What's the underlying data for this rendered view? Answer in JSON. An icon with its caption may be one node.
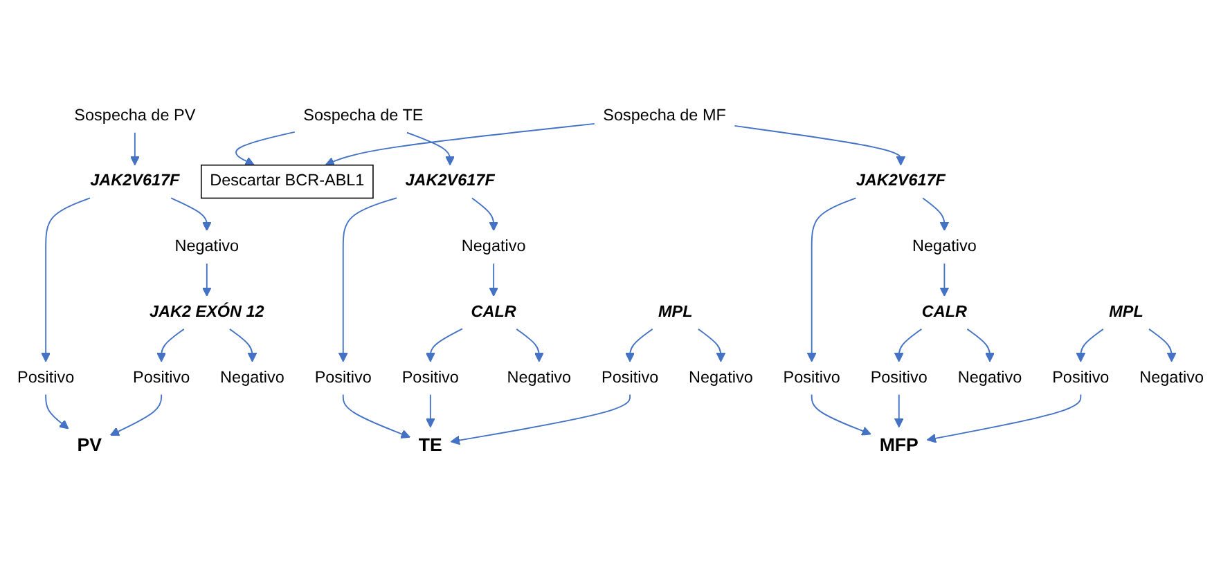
{
  "diagram": {
    "nodes": [
      {
        "text": [
          "Sospecha de PV"
        ]
      },
      {
        "text": [
          "JAK2V617F"
        ]
      },
      {
        "text": [
          "Positivo"
        ]
      },
      {
        "text": [
          "Negativo"
        ]
      },
      {
        "text": [
          "JAK2 EXÓN 12"
        ]
      },
      {
        "text": [
          "Positivo"
        ]
      },
      {
        "text": [
          "Negativo"
        ]
      },
      {
        "text": [
          "PV"
        ]
      },
      {
        "text": [
          "Sospecha de TE"
        ]
      },
      {
        "text": [
          "Descartar BCR-ABL1"
        ]
      },
      {
        "text": [
          "JAK2V617F"
        ]
      },
      {
        "text": [
          "Positivo"
        ]
      },
      {
        "text": [
          "Negativo"
        ]
      },
      {
        "text": [
          "CALR"
        ]
      },
      {
        "text": [
          "Positivo"
        ]
      },
      {
        "text": [
          "Negativo"
        ]
      },
      {
        "text": [
          "MPL"
        ]
      },
      {
        "text": [
          "Positivo"
        ]
      },
      {
        "text": [
          "Negativo"
        ]
      },
      {
        "text": [
          "TE"
        ]
      },
      {
        "text": [
          "Sospecha de MF"
        ]
      },
      {
        "text": [
          "JAK2V617F"
        ]
      },
      {
        "text": [
          "Positivo"
        ]
      },
      {
        "text": [
          "Negativo"
        ]
      },
      {
        "text": [
          "CALR"
        ]
      },
      {
        "text": [
          "Positivo"
        ]
      },
      {
        "text": [
          "Negativo"
        ]
      },
      {
        "text": [
          "MPL"
        ]
      },
      {
        "text": [
          "Positivo"
        ]
      },
      {
        "text": [
          "Negativo"
        ]
      },
      {
        "text": [
          "MFP"
        ]
      }
    ],
    "edges": [
      {
        "from": 0,
        "to": 1,
        "arrow": "to"
      },
      {
        "from": 1,
        "to": 2,
        "arrow": "to"
      },
      {
        "from": 1,
        "to": 3,
        "arrow": "to"
      },
      {
        "from": 2,
        "to": 7,
        "arrow": "to"
      },
      {
        "from": 3,
        "to": 4,
        "arrow": "to"
      },
      {
        "from": 4,
        "to": 5,
        "arrow": "to"
      },
      {
        "from": 4,
        "to": 6,
        "arrow": "to"
      },
      {
        "from": 5,
        "to": 7,
        "arrow": "to"
      },
      {
        "from": 8,
        "to": 10,
        "arrow": "to"
      },
      {
        "from": 8,
        "to": 9,
        "arrow": "to"
      },
      {
        "from": 10,
        "to": 11,
        "arrow": "to"
      },
      {
        "from": 10,
        "to": 12,
        "arrow": "to"
      },
      {
        "from": 11,
        "to": 19,
        "arrow": "to"
      },
      {
        "from": 12,
        "to": 13,
        "arrow": "to"
      },
      {
        "from": 13,
        "to": 14,
        "arrow": "to"
      },
      {
        "from": 13,
        "to": 15,
        "arrow": "to"
      },
      {
        "from": 14,
        "to": 19,
        "arrow": "to"
      },
      {
        "from": 16,
        "to": 17,
        "arrow": "to"
      },
      {
        "from": 16,
        "to": 18,
        "arrow": "to"
      },
      {
        "from": 17,
        "to": 19,
        "arrow": "to"
      },
      {
        "from": 20,
        "to": 9,
        "arrow": "to"
      },
      {
        "from": 20,
        "to": 21,
        "arrow": "to"
      },
      {
        "from": 21,
        "to": 22,
        "arrow": "to"
      },
      {
        "from": 21,
        "to": 23,
        "arrow": "to"
      },
      {
        "from": 22,
        "to": 30,
        "arrow": "to"
      },
      {
        "from": 23,
        "to": 24,
        "arrow": "to"
      },
      {
        "from": 24,
        "to": 25,
        "arrow": "to"
      },
      {
        "from": 24,
        "to": 26,
        "arrow": "to"
      },
      {
        "from": 25,
        "to": 30,
        "arrow": "to"
      },
      {
        "from": 27,
        "to": 28,
        "arrow": "to"
      },
      {
        "from": 27,
        "to": 29,
        "arrow": "to"
      },
      {
        "from": 28,
        "to": 30,
        "arrow": "to"
      }
    ]
  }
}
